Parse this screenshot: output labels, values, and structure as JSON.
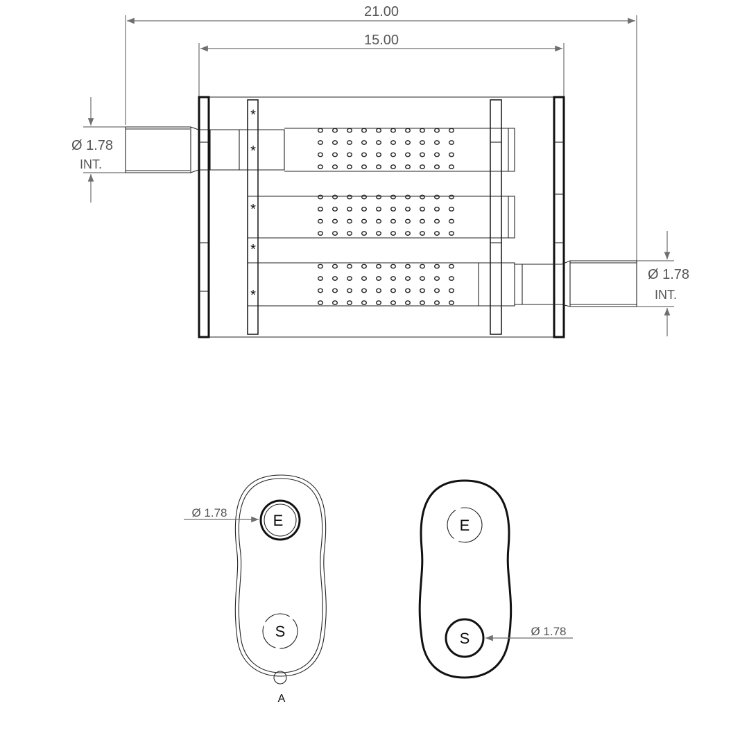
{
  "dimensions": {
    "overall_length": "21.00",
    "body_length": "15.00",
    "inlet_diameter": "Ø 1.78",
    "inlet_note": "INT.",
    "outlet_diameter": "Ø 1.78",
    "outlet_note": "INT."
  },
  "front_view": {
    "entry_label": "E",
    "exit_label": "S",
    "diameter": "Ø 1.78",
    "reference_point": "A"
  },
  "back_view": {
    "entry_label": "E",
    "exit_label": "S",
    "diameter": "Ø 1.78"
  },
  "weld_mark": "*",
  "perforations": {
    "columns": 10,
    "rows_per_tube": 4
  }
}
